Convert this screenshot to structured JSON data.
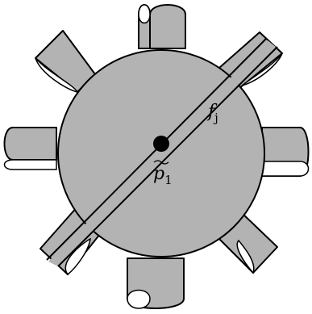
{
  "labels": {
    "center_point": {
      "base": "p",
      "subscript": "1"
    },
    "edge": {
      "base": "f",
      "subscript": "j"
    }
  },
  "colors": {
    "surface_fill": "#b3b3b3",
    "stroke": "#000000",
    "hole_fill": "#ffffff"
  },
  "bands": 8
}
